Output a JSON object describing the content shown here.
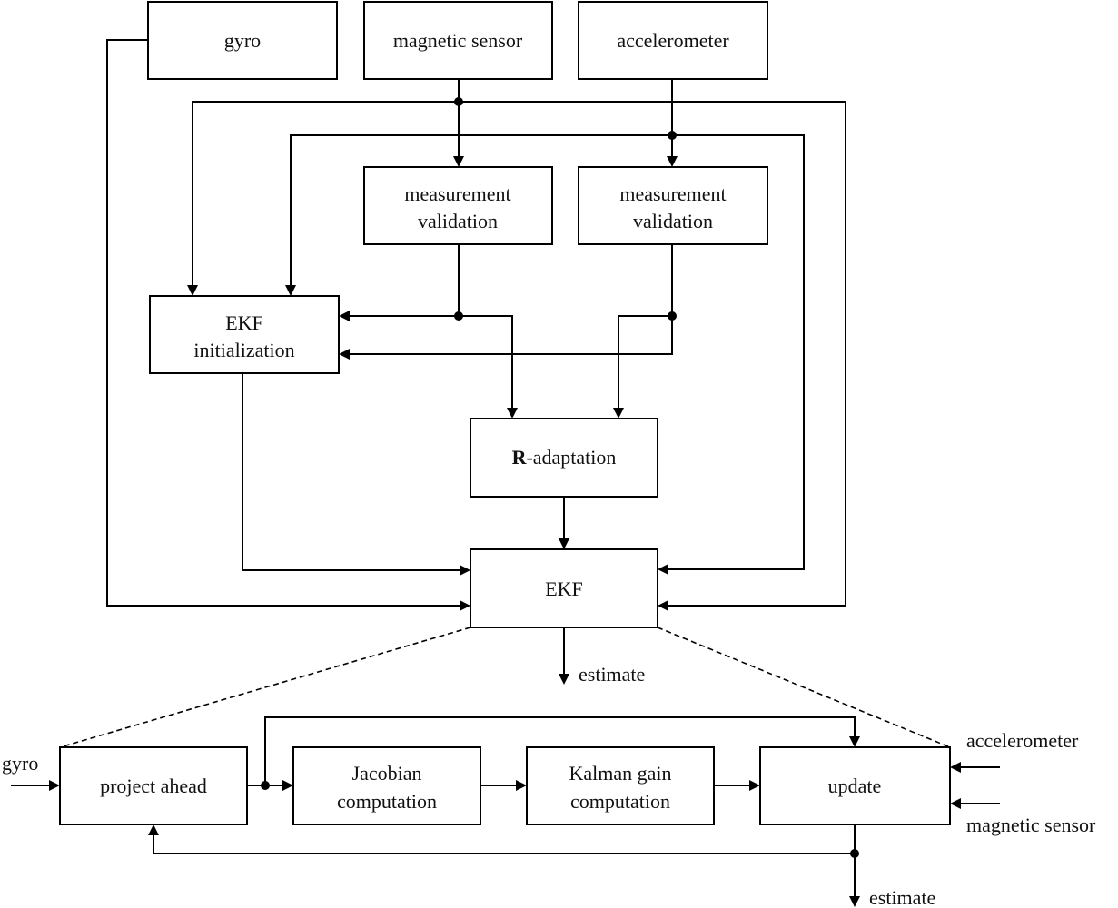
{
  "blocks": {
    "gyro": "gyro",
    "magnetic_sensor": "magnetic sensor",
    "accelerometer": "accelerometer",
    "mv1": {
      "line1": "measurement",
      "line2": "validation"
    },
    "mv2": {
      "line1": "measurement",
      "line2": "validation"
    },
    "ekf_init": {
      "line1": "EKF",
      "line2": "initialization"
    },
    "r_adapt": {
      "bold": "R",
      "rest": "-adaptation"
    },
    "ekf": "EKF",
    "project_ahead": "project ahead",
    "jacobian": {
      "line1": "Jacobian",
      "line2": "computation"
    },
    "kalman": {
      "line1": "Kalman gain",
      "line2": "computation"
    },
    "update": "update"
  },
  "labels": {
    "estimate_top": "estimate",
    "gyro_in": "gyro",
    "accel_in": "accelerometer",
    "mag_in": "magnetic sensor",
    "estimate_bottom": "estimate"
  }
}
